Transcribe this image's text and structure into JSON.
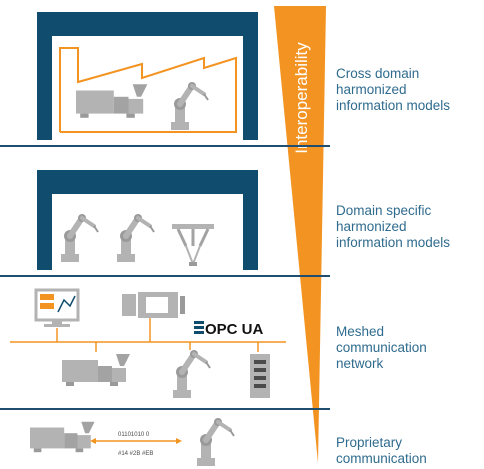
{
  "pyramid_label": "Interoperability",
  "levels": [
    {
      "label": "Cross domain\nharmonized\ninformation models"
    },
    {
      "label": "Domain specific\nharmonized\ninformation models"
    },
    {
      "label": "Meshed\ncommunication\nnetwork"
    },
    {
      "label": "Proprietary\ncommunication"
    }
  ],
  "opc_logo_text": "OPC UA",
  "bitstream_top": "01101010 0",
  "bitstream_bottom": "#14 #2B #EB",
  "colors": {
    "navy": "#0f4c6e",
    "orange": "#f39422",
    "machine_gray": "#b3b3b3",
    "label_blue": "#2f6b8e",
    "separator": "#1f4e6e"
  }
}
